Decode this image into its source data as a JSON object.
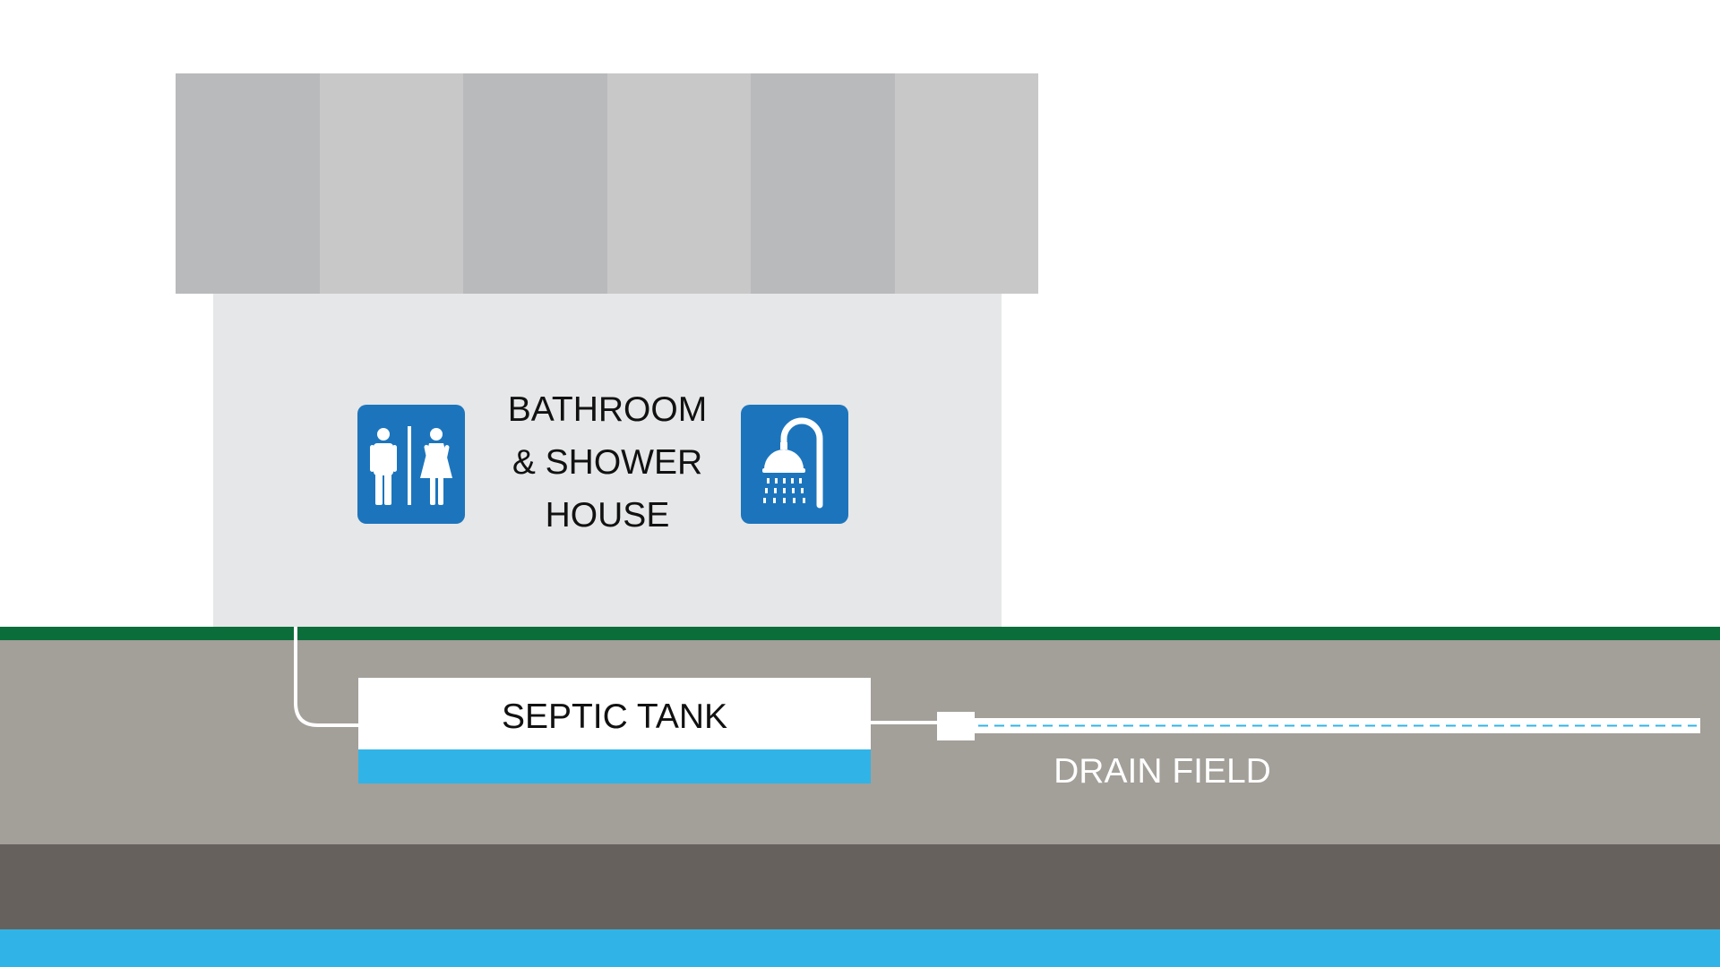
{
  "building": {
    "label_lines": [
      "BATHROOM",
      "& SHOWER",
      "HOUSE"
    ],
    "left_sign_icon": "restroom-men-women-icon",
    "right_sign_icon": "shower-icon"
  },
  "septic_tank": {
    "label": "SEPTIC TANK"
  },
  "drain_field": {
    "label": "DRAIN FIELD"
  },
  "colors": {
    "roof_dark": "#b9babc",
    "roof_light": "#c8c8c8",
    "building": "#e6e7e8",
    "sign_blue": "#1c75bc",
    "grass": "#0b6e3a",
    "soil": "#a39f99",
    "deep_soil": "#67615d",
    "water": "#30b4e7",
    "pipe": "#ffffff",
    "drain_dash": "#30b4e7"
  }
}
